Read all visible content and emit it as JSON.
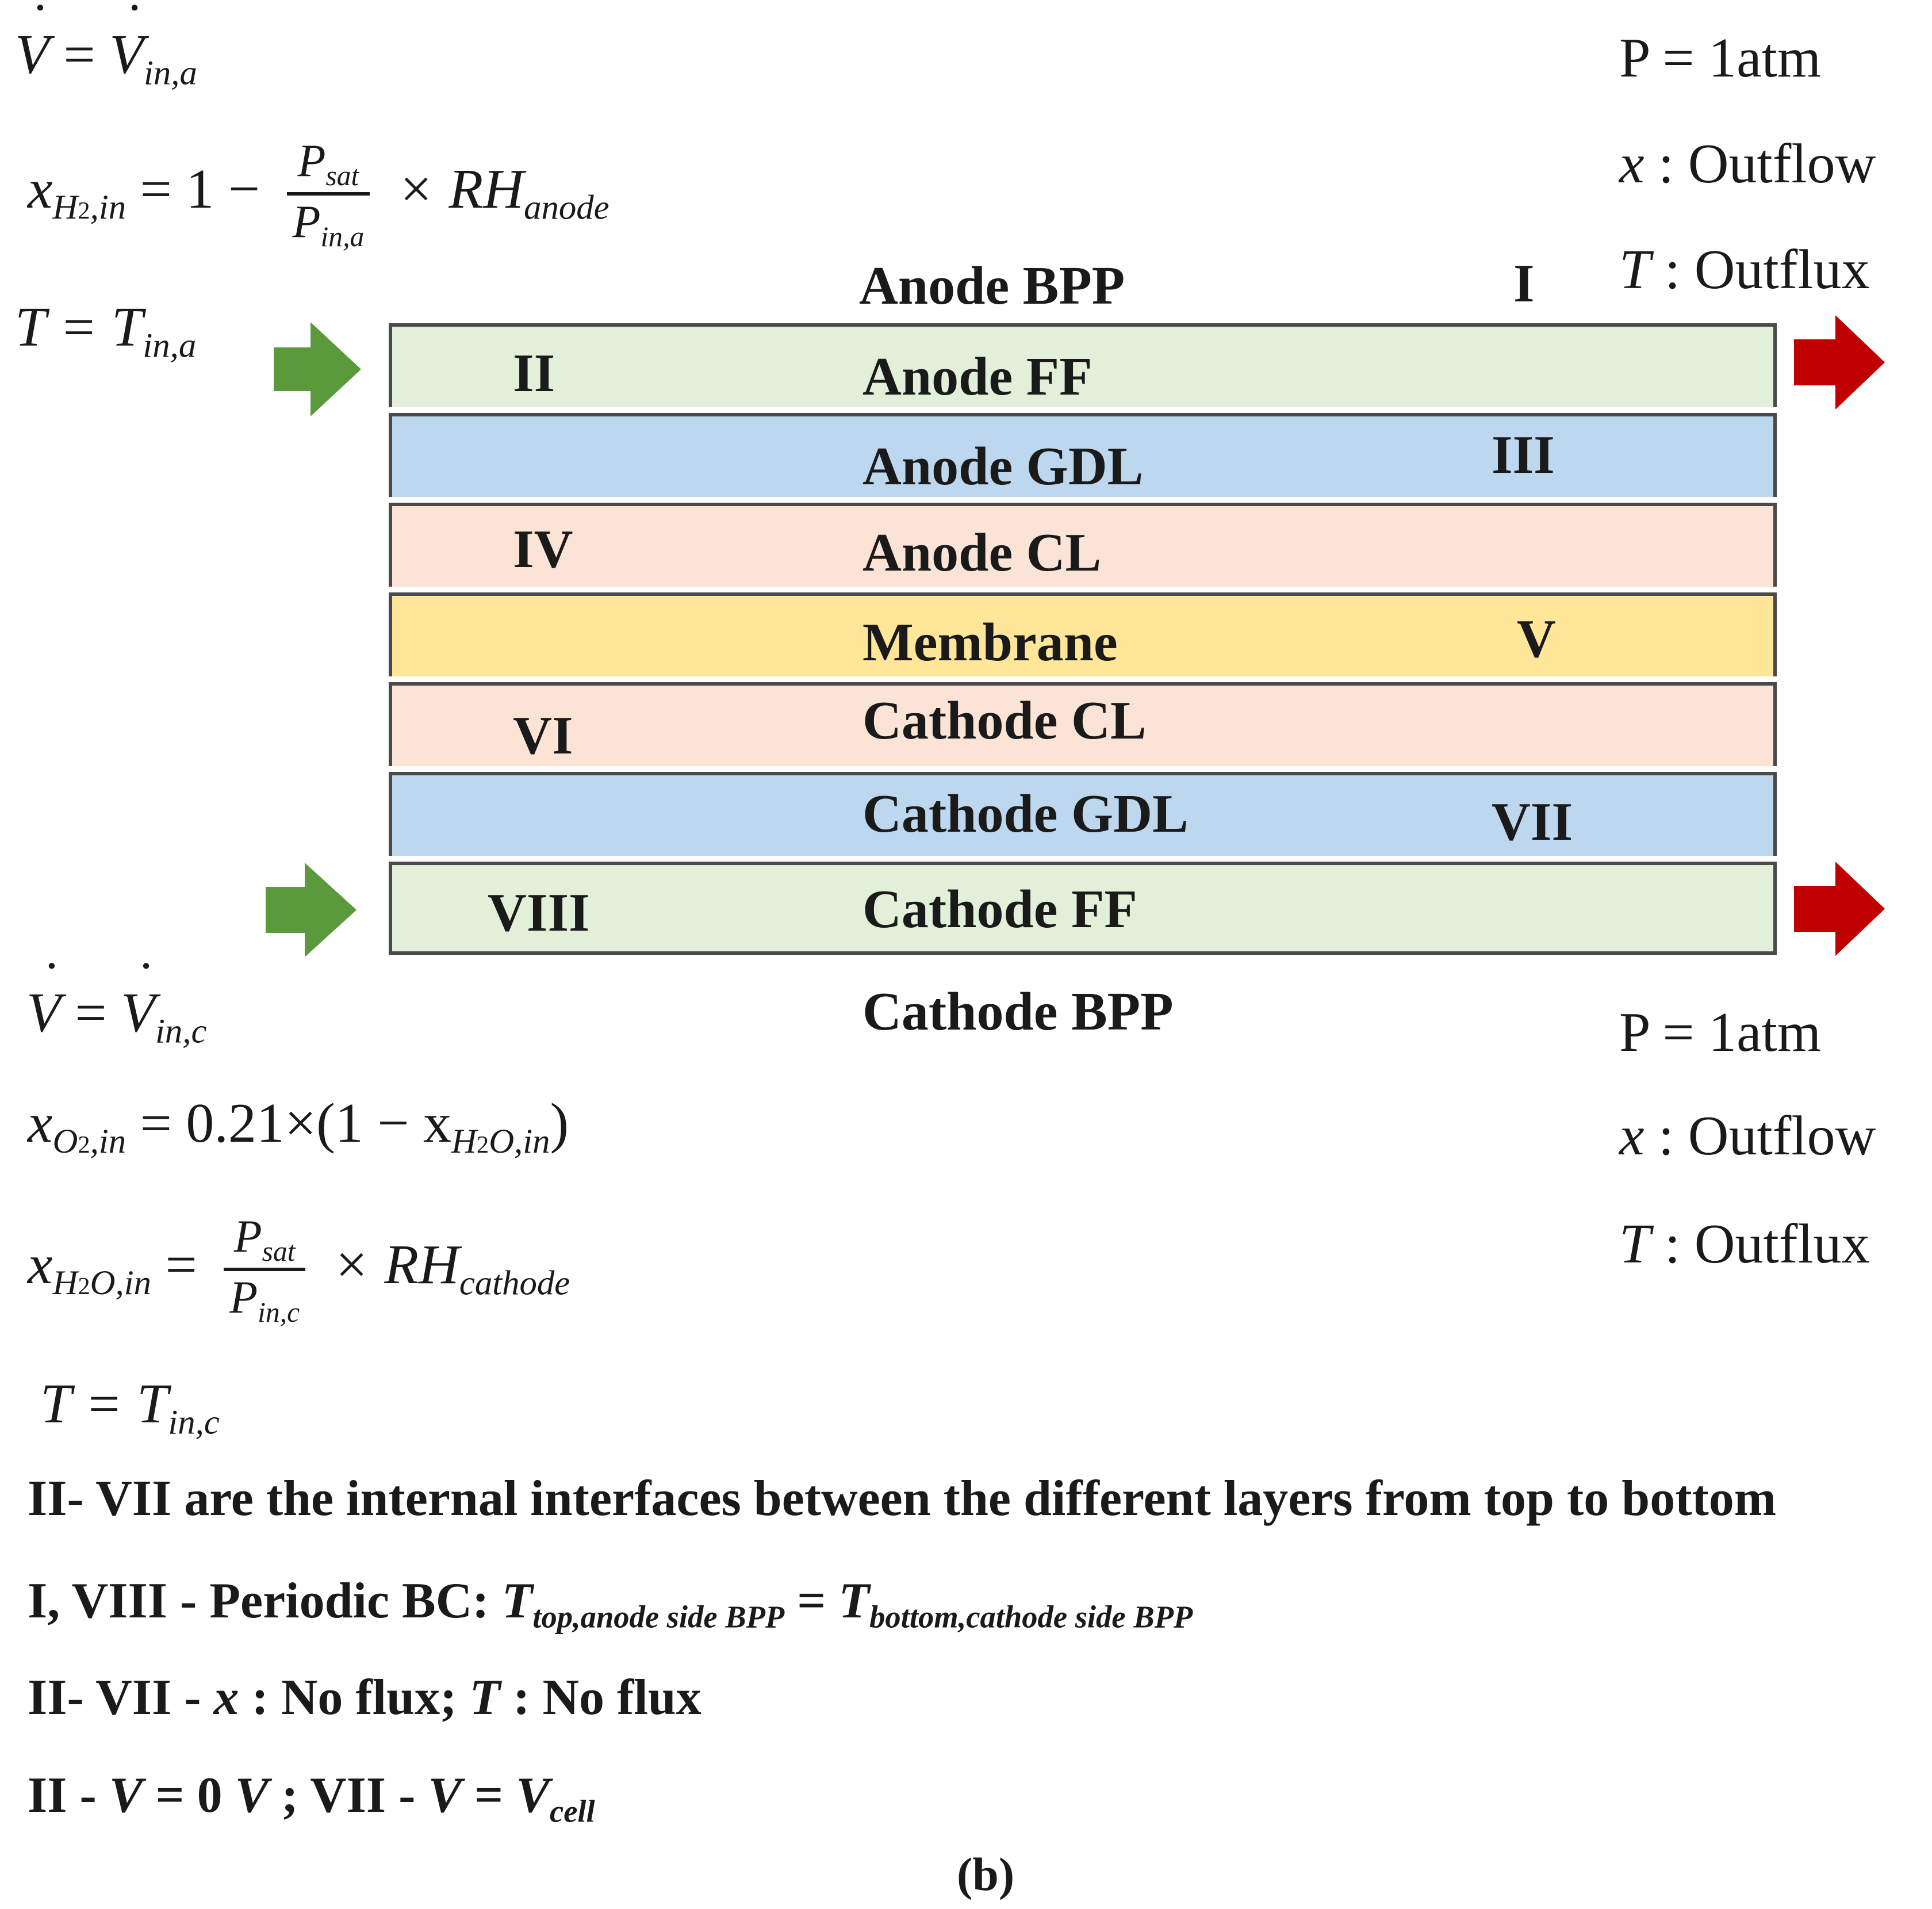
{
  "anode_inlet": {
    "flow_lhs": "V",
    "flow_eq": " = ",
    "flow_rhs": "V",
    "flow_sub": "in,a",
    "h2_var": "x",
    "h2_sub": "H",
    "h2_sub_num": "2",
    "h2_sub_rest": ",in",
    "h2_eq": "= 1 −",
    "frac_num": "P",
    "frac_num_sub": "sat",
    "frac_den": "P",
    "frac_den_sub": "in,a",
    "times": "× RH",
    "rh_sub": "anode",
    "t_lhs": "T",
    "t_eq": " = T",
    "t_sub": "in,a"
  },
  "cathode_inlet": {
    "flow_lhs": "V",
    "flow_eq": " = ",
    "flow_rhs": "V",
    "flow_sub": "in,c",
    "o2_var": "x",
    "o2_sub": "O",
    "o2_sub_num": "2",
    "o2_sub_rest": ",in",
    "o2_rhs": " = 0.21×(1 − x",
    "o2_rhs_sub": "H",
    "o2_rhs_sub_num": "2",
    "o2_rhs_sub_rest": "O,in",
    "o2_close": ")",
    "h2o_var": "x",
    "h2o_sub": "H",
    "h2o_sub_num": "2",
    "h2o_sub_rest": "O,in",
    "h2o_eq": " =",
    "frac_num": "P",
    "frac_num_sub": "sat",
    "frac_den": "P",
    "frac_den_sub": "in,c",
    "times": "× RH",
    "rh_sub": "cathode",
    "t_lhs": "T",
    "t_eq": " = T",
    "t_sub": "in,c"
  },
  "outlet_top": {
    "p": "P = 1atm",
    "x_var": "x",
    "x_rest": " : Outflow",
    "t_var": "T",
    "t_rest": " : Outflux"
  },
  "outlet_bottom": {
    "p": "P = 1atm",
    "x_var": "x",
    "x_rest": " : Outflow",
    "t_var": "T",
    "t_rest": " : Outflux"
  },
  "boundary_labels": {
    "top_name": "Anode BPP",
    "top_roman": "I",
    "bottom_name": "Cathode BPP"
  },
  "layers": [
    {
      "name": "Anode FF",
      "roman": "II",
      "color": "#e2efd9"
    },
    {
      "name": "Anode GDL",
      "roman": "III",
      "color": "#bdd7ee"
    },
    {
      "name": "Anode CL",
      "roman": "IV",
      "color": "#fbe4d5"
    },
    {
      "name": "Membrane",
      "roman": "V",
      "color": "#ffe699"
    },
    {
      "name": "Cathode CL",
      "roman": "VI",
      "color": "#fbe4d5"
    },
    {
      "name": "Cathode GDL",
      "roman": "VII",
      "color": "#bdd7ee"
    },
    {
      "name": "Cathode FF",
      "roman": "VIII",
      "color": "#e2efd9"
    }
  ],
  "arrows": {
    "inlet_color": "#5b9a3c",
    "outlet_color": "#c00000"
  },
  "notes": {
    "line1": "II- VII are the internal interfaces between the different layers from top to bottom",
    "line2_pre": "I, VIII - Periodic BC: ",
    "line2_t1": "T",
    "line2_t1_sub": "top,anode side BPP",
    "line2_eq": " = ",
    "line2_t2": "T",
    "line2_t2_sub": "bottom,cathode side BPP",
    "line3_pre": "II- VII - ",
    "line3_x": "x",
    "line3_mid": " : No flux; ",
    "line3_t": "T",
    "line3_end": " : No flux",
    "line4_pre": "II - ",
    "line4_v1": "V",
    "line4_mid": " = 0 ",
    "line4_v2": "V",
    "line4_sep": " ; VII - ",
    "line4_v3": "V",
    "line4_eq": " = ",
    "line4_v4": "V",
    "line4_v4_sub": "cell"
  },
  "caption": "(b)"
}
